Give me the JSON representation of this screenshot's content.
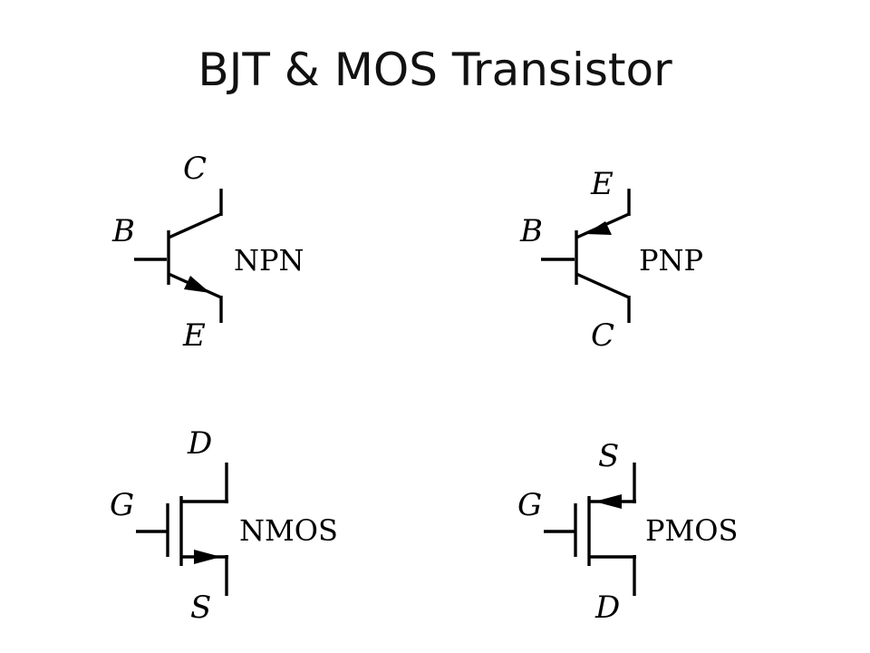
{
  "title": "BJT & MOS Transistor",
  "npn": {
    "name": "NPN",
    "collector": "C",
    "base": "B",
    "emitter": "E"
  },
  "pnp": {
    "name": "PNP",
    "emitter": "E",
    "base": "B",
    "collector": "C"
  },
  "nmos": {
    "name": "NMOS",
    "drain": "D",
    "gate": "G",
    "source": "S"
  },
  "pmos": {
    "name": "PMOS",
    "source": "S",
    "gate": "G",
    "drain": "D"
  }
}
